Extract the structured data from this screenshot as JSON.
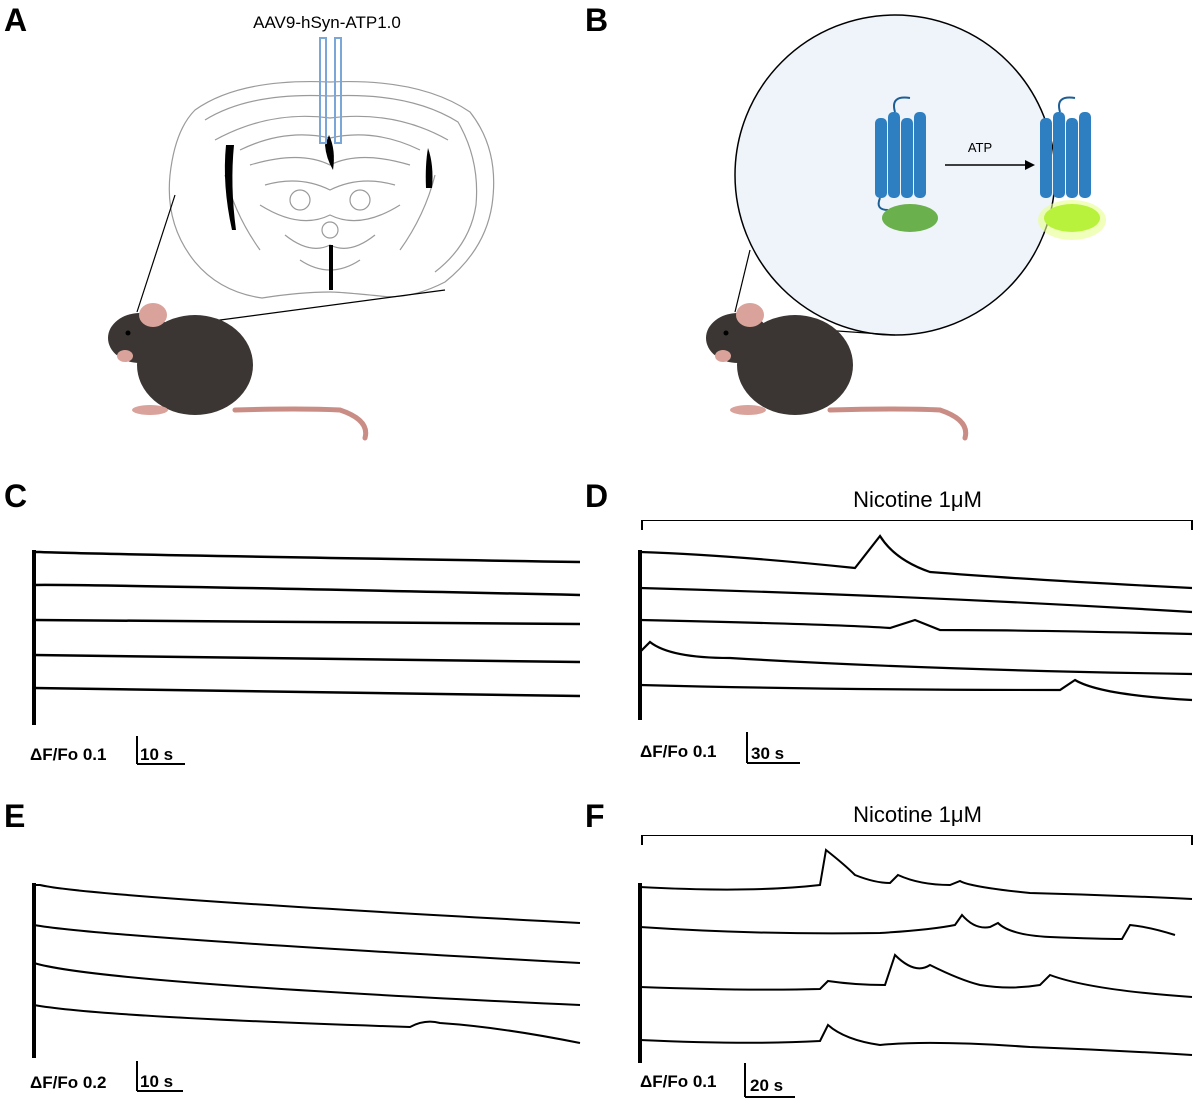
{
  "panels": {
    "a": {
      "letter": "A",
      "virus_label": "AAV9-hSyn-ATP1.0"
    },
    "b": {
      "letter": "B",
      "reaction_label": "ATP"
    },
    "c": {
      "letter": "C",
      "scale_y": "ΔF/Fo 0.1",
      "scale_x": "10 s"
    },
    "d": {
      "letter": "D",
      "treatment": "Nicotine 1μM",
      "scale_y": "ΔF/Fo 0.1",
      "scale_x": "30 s"
    },
    "e": {
      "letter": "E",
      "scale_y": "ΔF/Fo 0.2",
      "scale_x": "10 s"
    },
    "f": {
      "letter": "F",
      "treatment": "Nicotine 1μM",
      "scale_y": "ΔF/Fo 0.1",
      "scale_x": "20 s"
    }
  },
  "colors": {
    "mouse_body": "#3b3633",
    "mouse_tail": "#c98d85",
    "mouse_ear": "#d9a39b",
    "receptor": "#2d7fc1",
    "sensor_dim": "#6ab04c",
    "sensor_bright": "#b8f23c",
    "circle_bg": "#eef4f9",
    "trace": "#000000",
    "brain_outline": "#9a9a9a"
  },
  "icons": {
    "mouse": "mouse-illustration",
    "brain": "coronal-brain-section",
    "receptor": "gpcr-receptor",
    "injection": "injection-pipette"
  }
}
